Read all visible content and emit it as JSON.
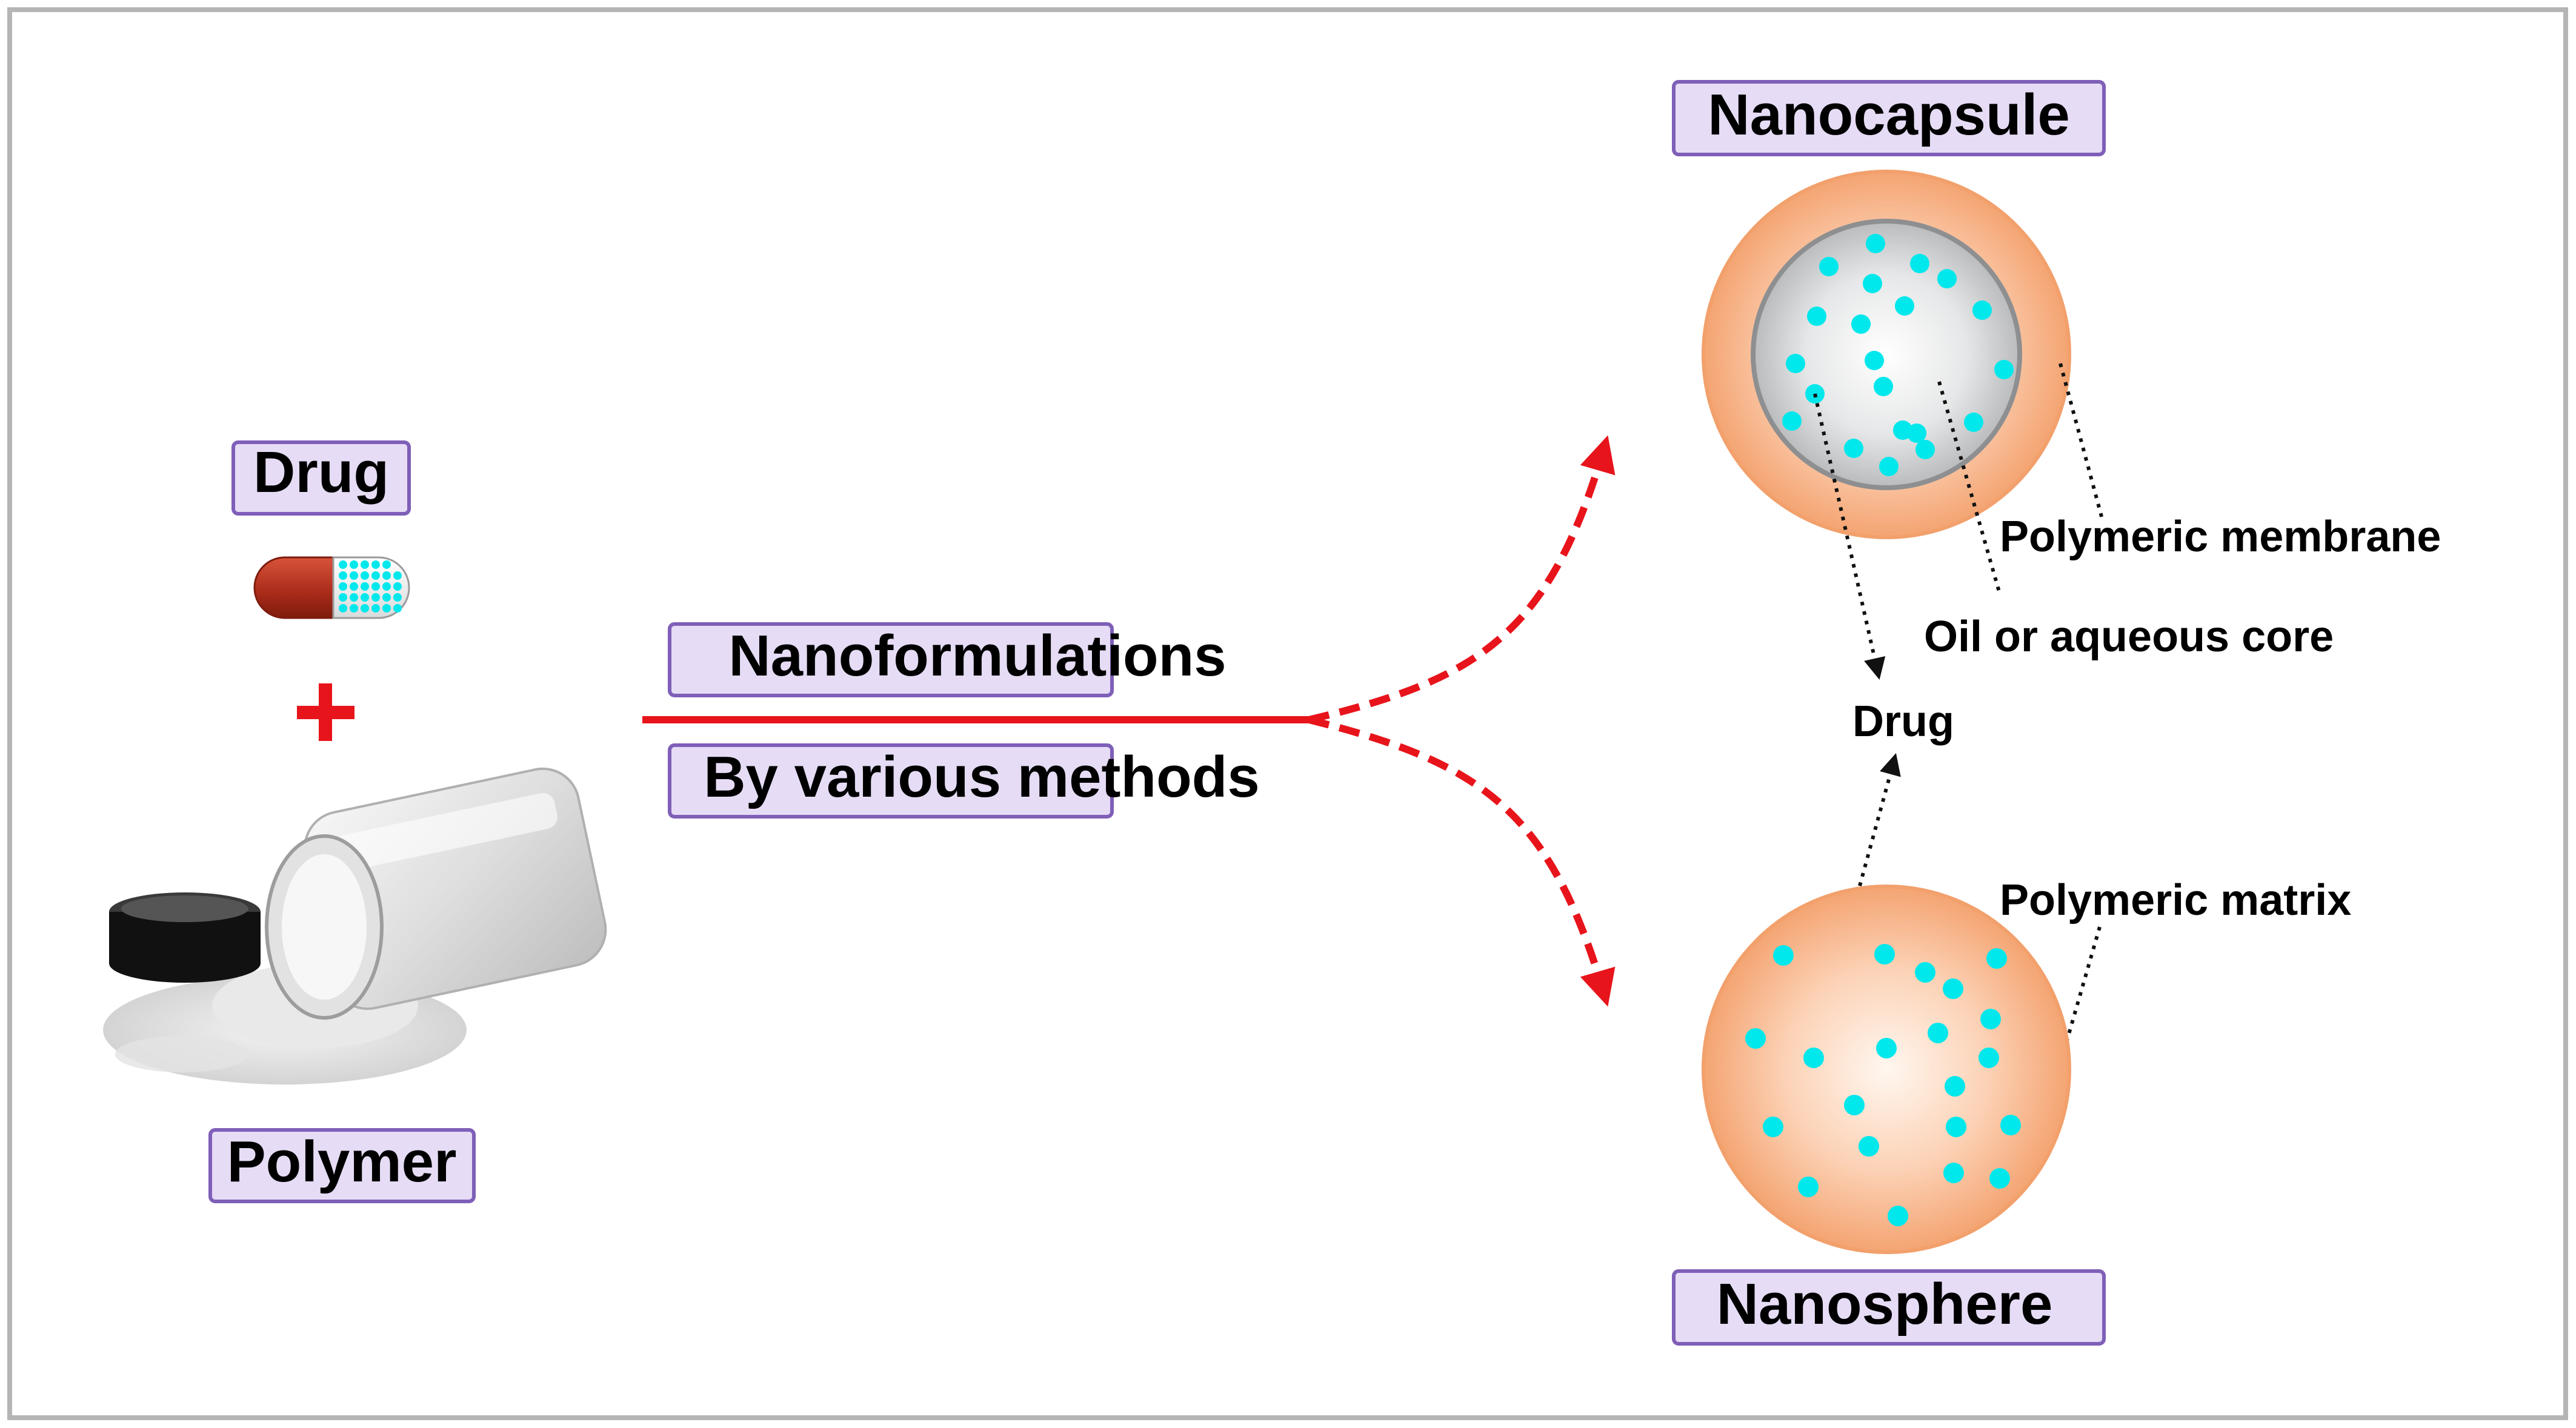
{
  "labels": {
    "drug": "Drug",
    "polymer": "Polymer",
    "nanoformulations": "Nanoformulations",
    "by_various_methods": "By various methods",
    "nanocapsule": "Nanocapsule",
    "nanosphere": "Nanosphere",
    "polymeric_membrane": "Polymeric membrane",
    "oil_or_aqueous_core": "Oil or aqueous core",
    "drug_center": "Drug",
    "polymeric_matrix": "Polymeric matrix"
  },
  "icons": {
    "plus": "plus-icon",
    "capsule": "capsule-icon",
    "polymer_bottle": "powder-bottle-icon"
  },
  "colors": {
    "label_box_fill": "#e6dcf5",
    "label_box_stroke": "#7f5fb8",
    "arrow_red": "#e8141b",
    "drug_dot": "#00e8ec",
    "shell_orange": "#f7ad7e",
    "core_gray": "#cfd1d3",
    "capsule_red": "#b7321e",
    "frame_gray": "#b5b5b5"
  }
}
